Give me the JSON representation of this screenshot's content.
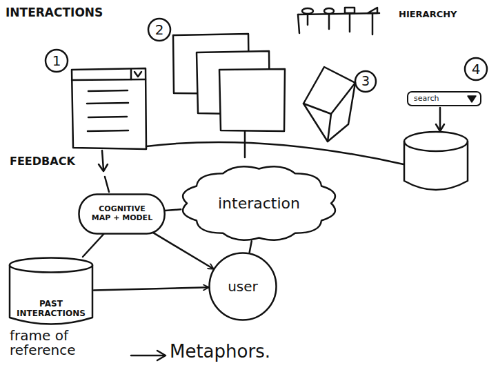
{
  "diagram": {
    "nodes": [
      {
        "text": [
          "interaction"
        ]
      },
      {
        "text": [
          "COGNITIVE MAP + MODEL"
        ]
      },
      {
        "text": [
          "user"
        ]
      },
      {
        "text": [
          "PAST INTERACTIONS"
        ]
      },
      {
        "text": [
          "search"
        ]
      }
    ],
    "edges": [
      {
        "from": 0,
        "to": 2,
        "arrow": "none"
      },
      {
        "from": 1,
        "to": 0,
        "arrow": "none"
      },
      {
        "from": 1,
        "to": 2,
        "arrow": "to"
      },
      {
        "from": 3,
        "to": 2,
        "arrow": "to"
      },
      {
        "from": 1,
        "to": 3,
        "arrow": "none"
      }
    ],
    "labels": [
      "INTERACTIONS",
      "1",
      "2",
      "HIERARCHY",
      "3",
      "4",
      "FEEDBACK",
      "frame of reference",
      "Metaphors."
    ]
  }
}
